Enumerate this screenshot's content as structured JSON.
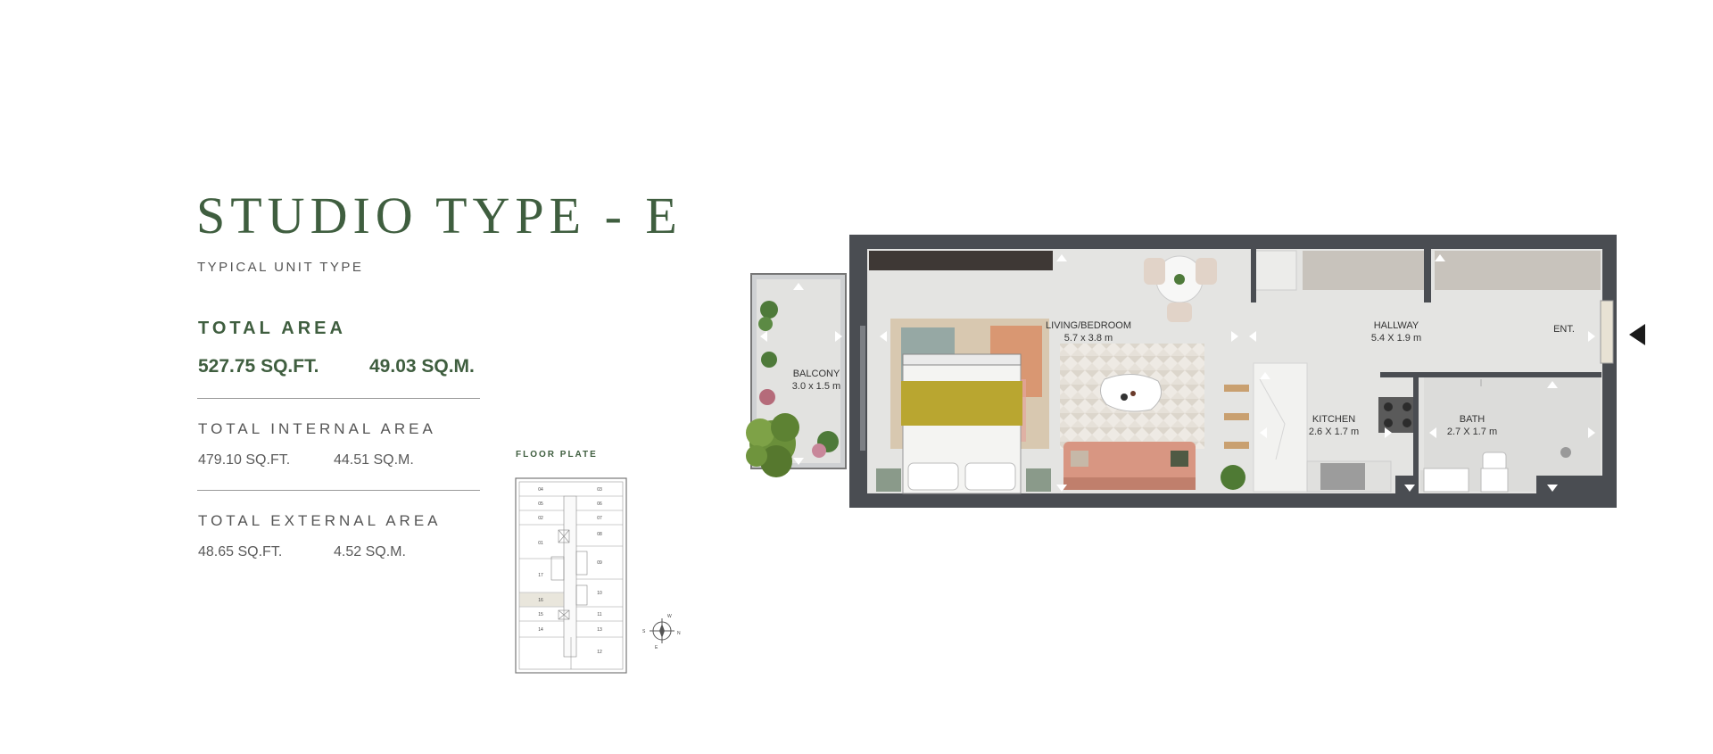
{
  "header": {
    "title": "STUDIO TYPE - E",
    "subtitle": "TYPICAL UNIT TYPE"
  },
  "areas": {
    "total": {
      "label": "TOTAL AREA",
      "sqft": "527.75 SQ.FT.",
      "sqm": "49.03 SQ.M."
    },
    "internal": {
      "label": "TOTAL INTERNAL AREA",
      "sqft": "479.10 SQ.FT.",
      "sqm": "44.51 SQ.M."
    },
    "external": {
      "label": "TOTAL EXTERNAL AREA",
      "sqft": "48.65 SQ.FT.",
      "sqm": "4.52 SQ.M."
    }
  },
  "floor_plate": {
    "label": "FLOOR PLATE",
    "units": [
      "04",
      "03",
      "05",
      "06",
      "02",
      "07",
      "01",
      "08",
      "17",
      "09",
      "16",
      "10",
      "15",
      "11",
      "14",
      "13",
      "12"
    ],
    "compass": {
      "north": "N",
      "south": "S",
      "east": "E",
      "west": "W"
    }
  },
  "rooms": {
    "balcony": {
      "name": "BALCONY",
      "dims": "3.0 x 1.5 m"
    },
    "living": {
      "name": "LIVING/BEDROOM",
      "dims": "5.7 x 3.8 m"
    },
    "hallway": {
      "name": "HALLWAY",
      "dims": "5.4 X 1.9 m"
    },
    "kitchen": {
      "name": "KITCHEN",
      "dims": "2.6 X 1.7 m"
    },
    "bath": {
      "name": "BATH",
      "dims": "2.7 X 1.7 m"
    },
    "entrance": {
      "name": "ENT."
    }
  },
  "colors": {
    "brand_green": "#3f5e3f",
    "wall": "#4a4d52",
    "floor": "#e4e4e2"
  }
}
